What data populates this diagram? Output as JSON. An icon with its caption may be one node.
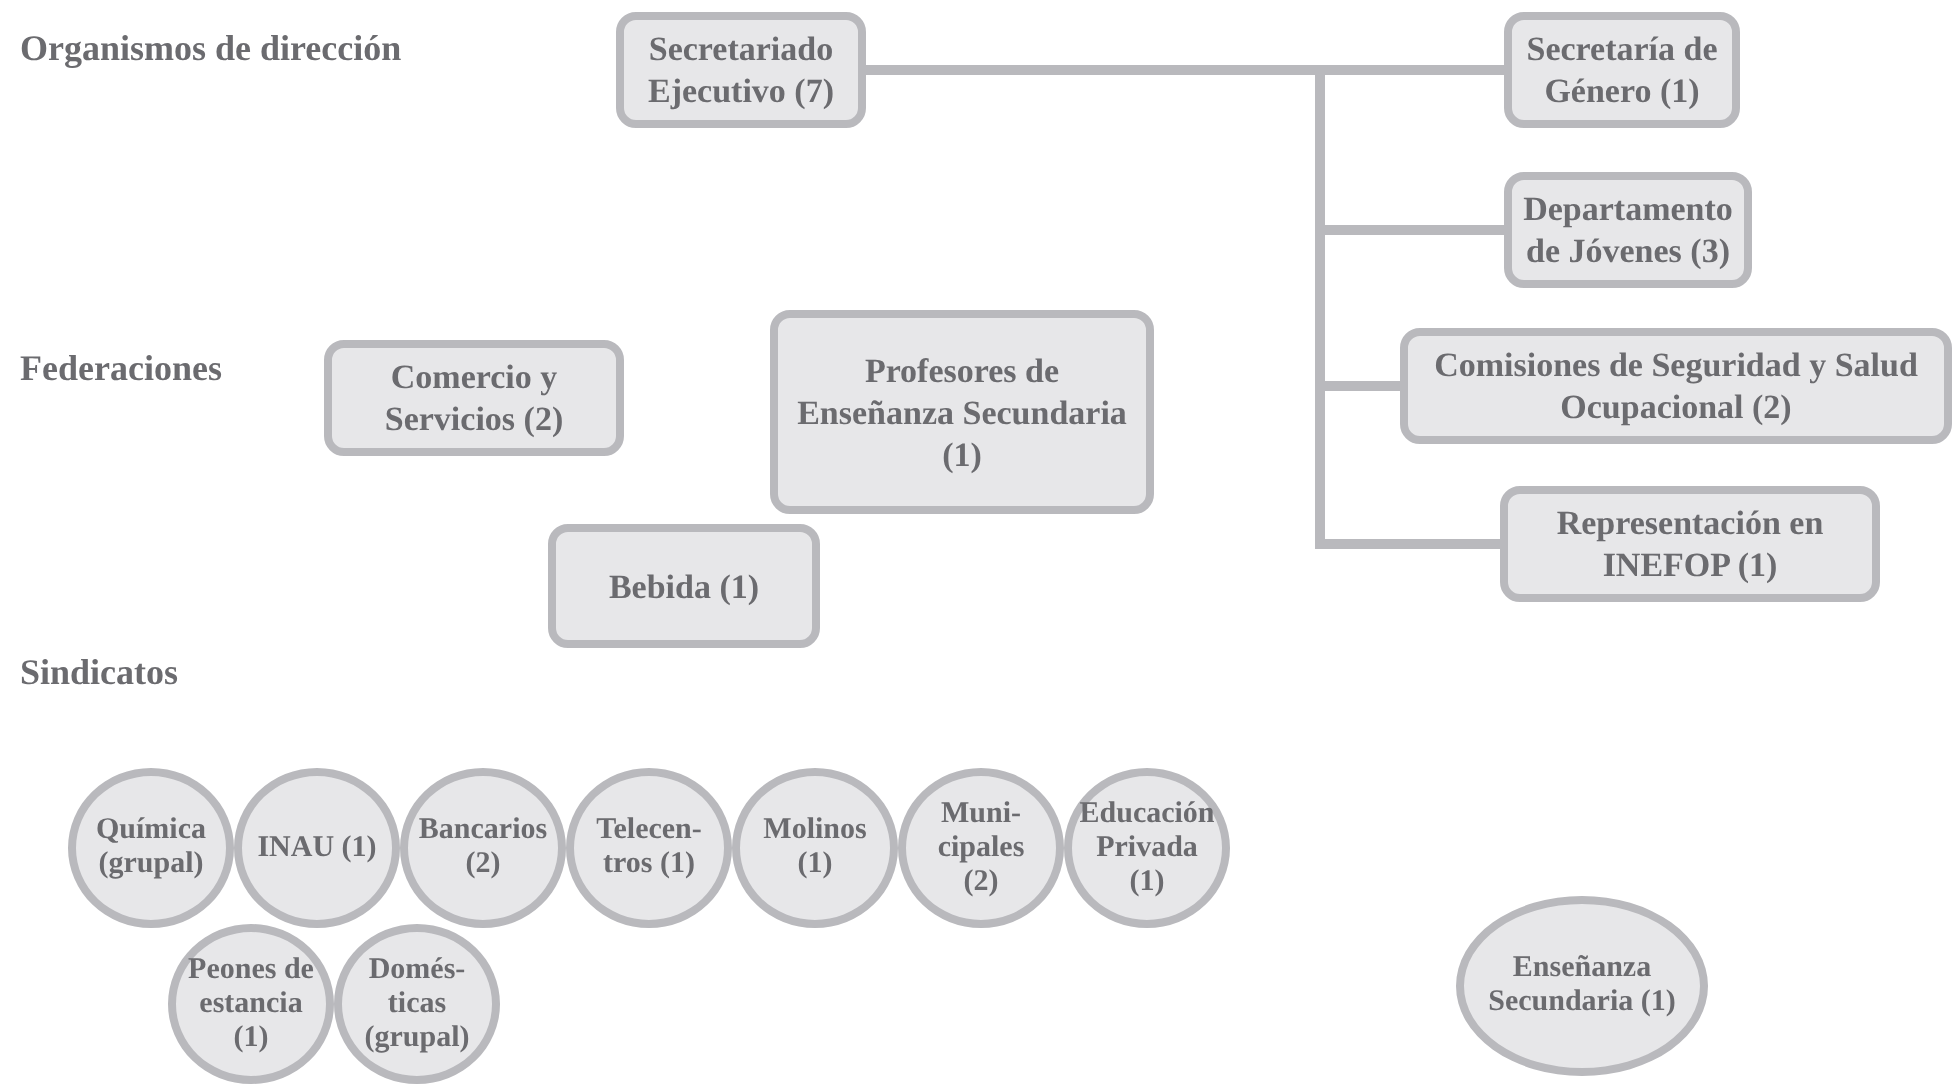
{
  "diagram": {
    "nodes": [
      {
        "text": [
          "Secretariado Ejecutivo (7)"
        ]
      },
      {
        "text": [
          "Secretaría de Género (1)"
        ]
      },
      {
        "text": [
          "Departamento de Jóvenes (3)"
        ]
      },
      {
        "text": [
          "Comisiones de Seguridad y Salud Ocupacional (2)"
        ]
      },
      {
        "text": [
          "Representación en INEFOP (1)"
        ]
      },
      {
        "text": [
          "Comercio y Servicios (2)"
        ]
      },
      {
        "text": [
          "Profesores de Enseñanza Secundaria (1)"
        ]
      },
      {
        "text": [
          "Bebida (1)"
        ]
      },
      {
        "text": [
          "Química (grupal)"
        ]
      },
      {
        "text": [
          "INAU (1)"
        ]
      },
      {
        "text": [
          "Bancarios (2)"
        ]
      },
      {
        "text": [
          "Telecen-tros (1)"
        ]
      },
      {
        "text": [
          "Molinos (1)"
        ]
      },
      {
        "text": [
          "Muni-cipales (2)"
        ]
      },
      {
        "text": [
          "Educación Privada (1)"
        ]
      },
      {
        "text": [
          "Peones de estancia (1)"
        ]
      },
      {
        "text": [
          "Domés-ticas (grupal)"
        ]
      },
      {
        "text": [
          "Enseñanza Secundaria (1)"
        ]
      }
    ],
    "edges": [
      {
        "from": 0,
        "to": 1,
        "arrow": "none"
      },
      {
        "from": 0,
        "to": 2,
        "arrow": "none"
      },
      {
        "from": 0,
        "to": 3,
        "arrow": "none"
      },
      {
        "from": 0,
        "to": 4,
        "arrow": "none"
      }
    ],
    "labels": [
      "Organismos de dirección",
      "Federaciones",
      "Sindicatos"
    ]
  }
}
